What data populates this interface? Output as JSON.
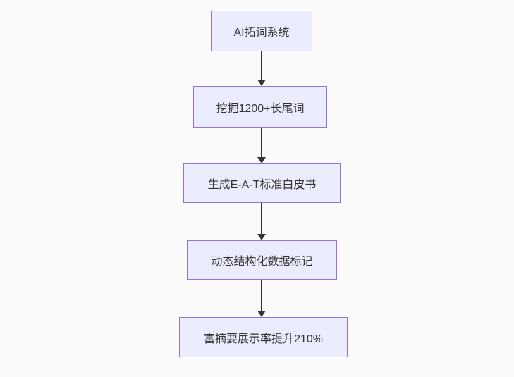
{
  "diagram": {
    "type": "flowchart",
    "direction": "top-down",
    "nodes": [
      {
        "id": "node-1",
        "label": "AI拓词系统"
      },
      {
        "id": "node-2",
        "label": "挖掘1200+长尾词"
      },
      {
        "id": "node-3",
        "label": "生成E-A-T标准白皮书"
      },
      {
        "id": "node-4",
        "label": "动态结构化数据标记"
      },
      {
        "id": "node-5",
        "label": "富摘要展示率提升210%"
      }
    ],
    "edges": [
      {
        "from": "node-1",
        "to": "node-2"
      },
      {
        "from": "node-2",
        "to": "node-3"
      },
      {
        "from": "node-3",
        "to": "node-4"
      },
      {
        "from": "node-4",
        "to": "node-5"
      }
    ],
    "colors": {
      "node_fill": "#ECECFF",
      "node_border": "#9370DB",
      "edge": "#333333",
      "text": "#333333",
      "background": "#FAFAFA"
    }
  }
}
